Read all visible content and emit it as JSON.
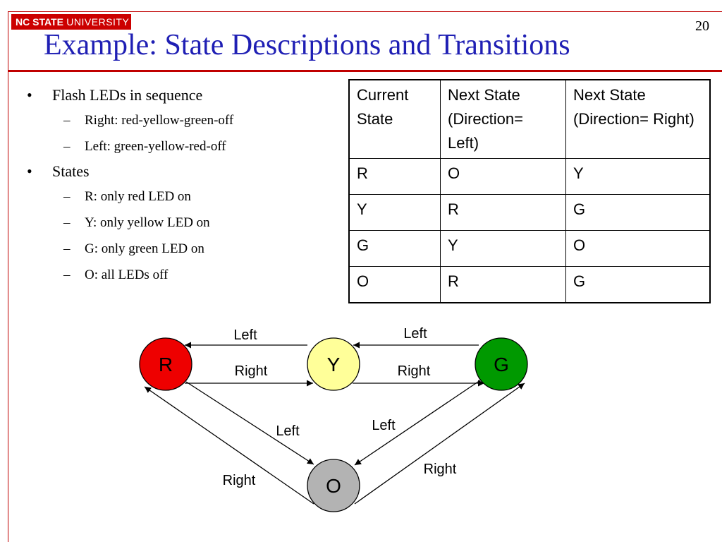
{
  "header": {
    "logo_bold": "NC STATE",
    "logo_thin": " UNIVERSITY",
    "page_number": "20",
    "title": "Example: State Descriptions and Transitions"
  },
  "bullets": {
    "item1": "Flash LEDs in sequence",
    "item1_sub1": "Right: red-yellow-green-off",
    "item1_sub2": "Left: green-yellow-red-off",
    "item2": "States",
    "item2_sub1": "R: only red LED on",
    "item2_sub2": "Y: only yellow LED on",
    "item2_sub3": "G: only green LED on",
    "item2_sub4": "O: all LEDs off",
    "bullet_mark": "•",
    "dash_mark": "–"
  },
  "table": {
    "col1": "Current State",
    "col2": "Next State (Direction= Left)",
    "col3": "Next State (Direction= Right)",
    "rows": [
      [
        "R",
        "O",
        "Y"
      ],
      [
        "Y",
        "R",
        "G"
      ],
      [
        "G",
        "Y",
        "O"
      ],
      [
        "O",
        "R",
        "G"
      ]
    ]
  },
  "diagram": {
    "states": {
      "r": {
        "label": "R",
        "color": "#ee0000"
      },
      "y": {
        "label": "Y",
        "color": "#ffff99"
      },
      "g": {
        "label": "G",
        "color": "#009900"
      },
      "o": {
        "label": "O",
        "color": "#b3b3b3"
      }
    },
    "edge_labels": {
      "y_to_r": "Left",
      "g_to_y": "Left",
      "r_to_y": "Right",
      "y_to_g": "Right",
      "r_to_o": "Left",
      "g_to_o": "Left",
      "o_to_r": "Right",
      "o_to_g": "Right"
    }
  },
  "colors": {
    "title": "#1f1fb4",
    "accent_red": "#c00000"
  }
}
